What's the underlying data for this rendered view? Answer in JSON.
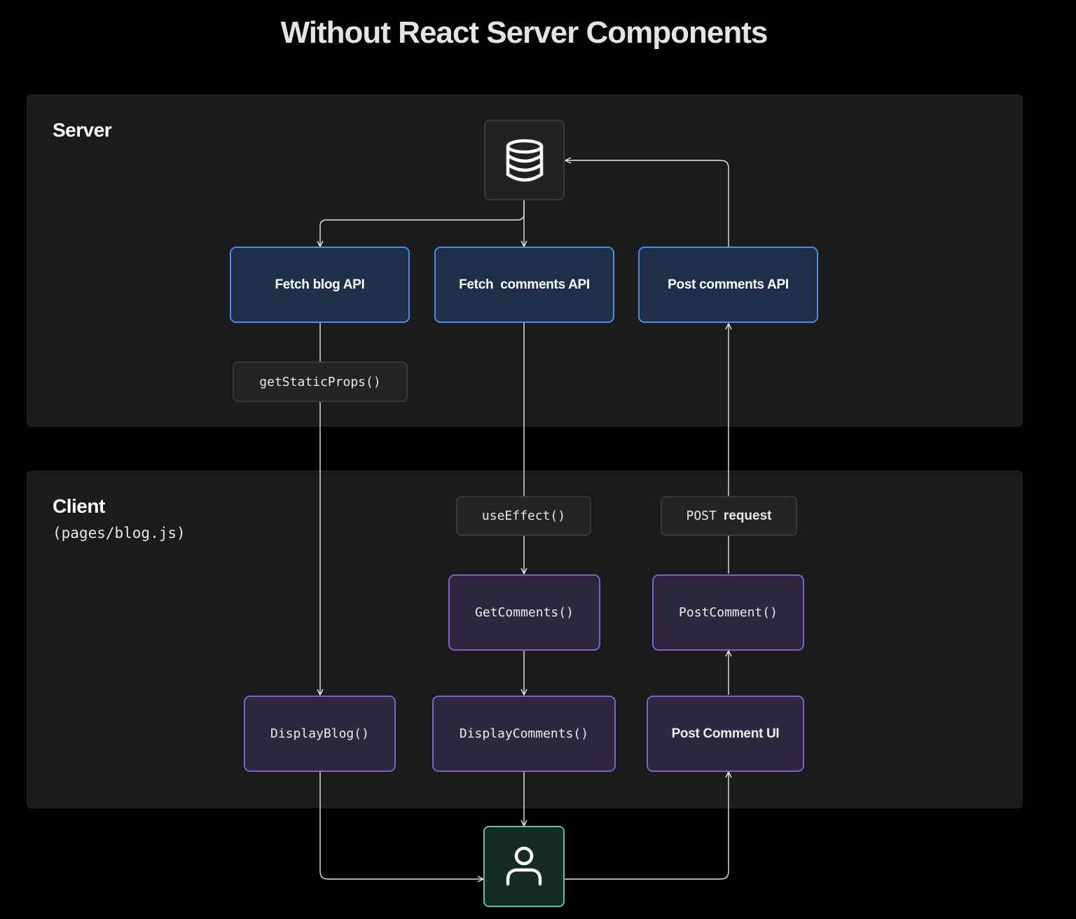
{
  "title": "Without React Server Components",
  "server": {
    "label": "Server"
  },
  "client": {
    "label": "Client",
    "subtitle": "(pages/blog.js)"
  },
  "nodes": {
    "database_icon": "database-icon",
    "fetch_blog_api": "Fetch blog API",
    "fetch_comments_api": "Fetch  comments API",
    "post_comments_api": "Post comments API",
    "get_static_props": "getStaticProps()",
    "use_effect": "useEffect()",
    "post_request_method": "POST",
    "post_request_text": "request",
    "get_comments": "GetComments()",
    "post_comment": "PostComment()",
    "display_blog": "DisplayBlog()",
    "display_comments": "DisplayComments()",
    "post_comment_ui": "Post Comment UI",
    "user_icon": "user-icon"
  },
  "colors": {
    "background": "#000000",
    "panel": "#1b1b1b",
    "api_fill": "#1f2f49",
    "api_border": "#4d8ae8",
    "function_fill": "#2d2740",
    "function_border": "#7f62c9",
    "user_fill": "#152b25",
    "user_border": "#5fc29a",
    "connector": "#e6e6e6"
  }
}
